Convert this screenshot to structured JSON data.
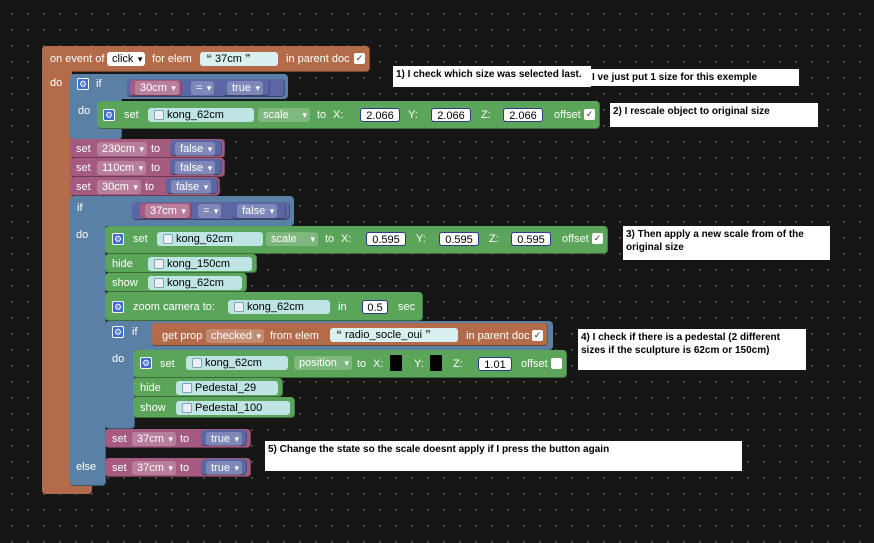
{
  "event": {
    "on_event": "on event of",
    "event_type": "click",
    "for_elem": "for elem",
    "elem_name": "37cm",
    "in_parent_doc": "in parent doc",
    "do": "do"
  },
  "if1": {
    "if": "if",
    "var": "30cm",
    "op": "=",
    "value": "true",
    "do": "do"
  },
  "set_scale1": {
    "set": "set",
    "obj": "kong_62cm",
    "prop": "scale",
    "to": "to",
    "x_label": "X:",
    "x": "2.066",
    "y_label": "Y:",
    "y": "2.066",
    "z_label": "Z:",
    "z": "2.066",
    "offset": "offset"
  },
  "sets_a": [
    {
      "set": "set",
      "var": "230cm",
      "to": "to",
      "value": "false"
    },
    {
      "set": "set",
      "var": "110cm",
      "to": "to",
      "value": "false"
    },
    {
      "set": "set",
      "var": "30cm",
      "to": "to",
      "value": "false"
    }
  ],
  "if2": {
    "if": "if",
    "var": "37cm",
    "op": "=",
    "value": "false",
    "do": "do",
    "else": "else"
  },
  "set_scale2": {
    "set": "set",
    "obj": "kong_62cm",
    "prop": "scale",
    "to": "to",
    "x_label": "X:",
    "x": "0.595",
    "y_label": "Y:",
    "y": "0.595",
    "z_label": "Z:",
    "z": "0.595",
    "offset": "offset"
  },
  "hide1": {
    "label": "hide",
    "obj": "kong_150cm"
  },
  "show1": {
    "label": "show",
    "obj": "kong_62cm"
  },
  "zoom": {
    "label": "zoom camera to:",
    "obj": "kong_62cm",
    "in": "in",
    "value": "0.5",
    "sec": "sec"
  },
  "if3": {
    "if": "if",
    "get_prop": "get prop",
    "prop": "checked",
    "from_elem": "from elem",
    "elem": "radio_socle_oui",
    "in_parent_doc": "in parent doc",
    "do": "do"
  },
  "set_pos": {
    "set": "set",
    "obj": "kong_62cm",
    "prop": "position",
    "to": "to",
    "x_label": "X:",
    "y_label": "Y:",
    "z_label": "Z:",
    "z": "1.01",
    "offset": "offset"
  },
  "hide2": {
    "label": "hide",
    "obj": "Pedestal_29"
  },
  "show2": {
    "label": "show",
    "obj": "Pedestal_100"
  },
  "set_37_true": {
    "set": "set",
    "var": "37cm",
    "to": "to",
    "value": "true"
  },
  "set_37_else": {
    "set": "set",
    "var": "37cm",
    "to": "to",
    "value": "true"
  },
  "notes": {
    "n1": "1) I check which size was selected last.",
    "n1b": "I ve just put 1 size for this exemple",
    "n2": "2) I rescale object to original size",
    "n3": "3) Then apply a new scale from of the original size",
    "n4": "4) I check if there is a pedestal (2 different sizes if the sculpture is 62cm or 150cm)",
    "n5": "5) Change the state so the scale doesnt apply if I press the button again"
  },
  "colors": {
    "event": "#b36b4a",
    "control": "#5b80a5",
    "variable": "#a55b80",
    "three": "#5ba55b",
    "object": "#5ba5a5",
    "logic": "#5b67a5"
  }
}
